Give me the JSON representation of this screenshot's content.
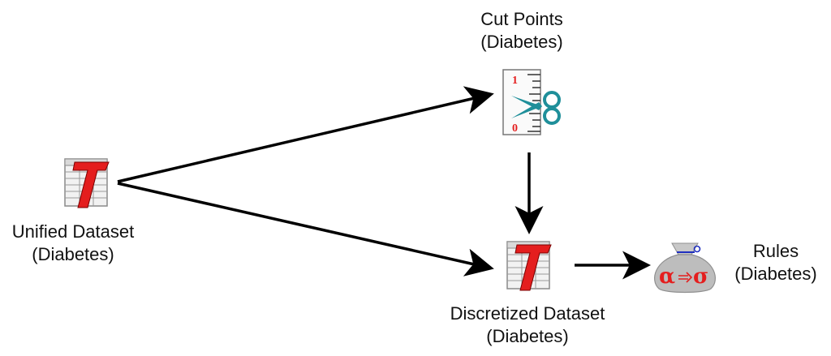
{
  "nodes": {
    "unified": {
      "line1": "Unified Dataset",
      "line2": "(Diabetes)",
      "icon": "table-dataset-icon"
    },
    "cutpoints": {
      "line1": "Cut Points",
      "line2": "(Diabetes)",
      "icon": "ruler-scissors-icon",
      "ruler_top": "1",
      "ruler_bottom": "0"
    },
    "discretized": {
      "line1": "Discretized Dataset",
      "line2": "(Diabetes)",
      "icon": "table-dataset-icon"
    },
    "rules": {
      "line1": "Rules",
      "line2": "(Diabetes)",
      "icon": "rules-bag-icon",
      "glyph_left": "α",
      "glyph_right": "σ"
    }
  },
  "colors": {
    "arrow": "#000000",
    "table_T": "#e41e1e",
    "ruler_digits": "#e41e1e",
    "scissors": "#1f8f9a",
    "bag": "#b9b9b9",
    "bag_text": "#e41e1e",
    "bag_tie": "#1f2fbf"
  }
}
